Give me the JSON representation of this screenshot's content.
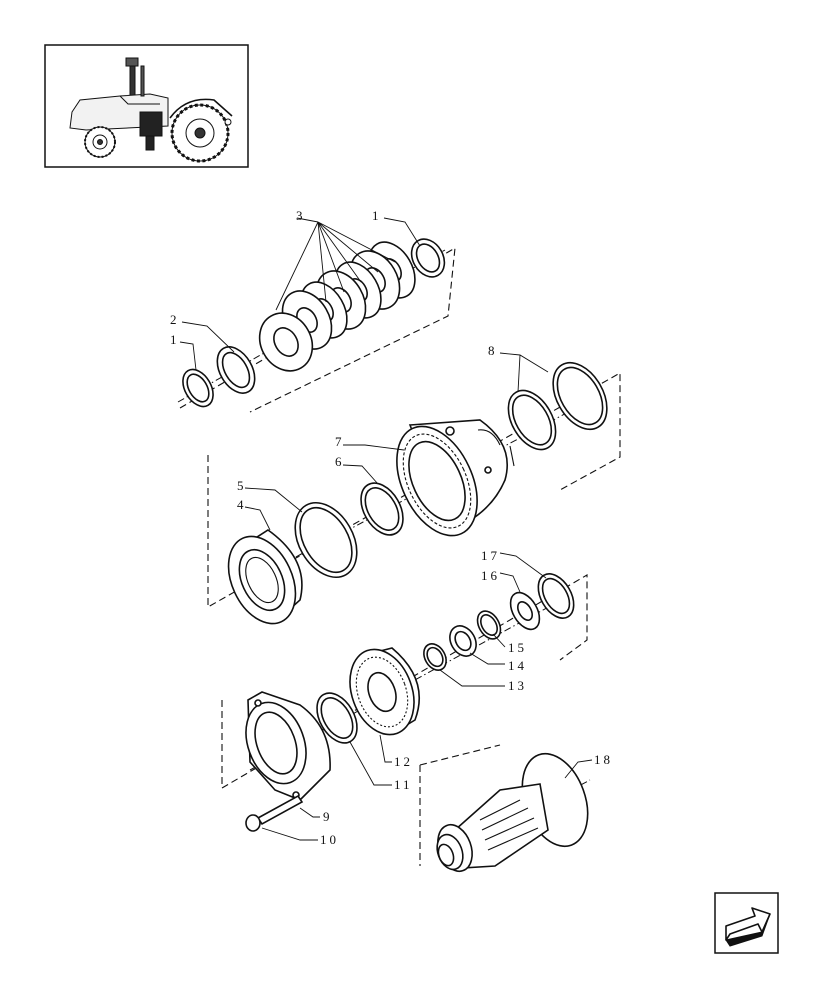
{
  "diagram": {
    "callouts": {
      "c1a": "1",
      "c1b": "1",
      "c2": "2",
      "c3": "3",
      "c4": "4",
      "c5": "5",
      "c6": "6",
      "c7": "7",
      "c8": "8",
      "c9": "9",
      "c10": "10",
      "c11": "11",
      "c12": "12",
      "c13": "13",
      "c14": "14",
      "c15": "15",
      "c16": "16",
      "c17": "17",
      "c18": "18"
    }
  },
  "icons": {
    "thumbnail": "tractor-location-thumbnail",
    "nav": "previous-page-arrow-icon"
  }
}
